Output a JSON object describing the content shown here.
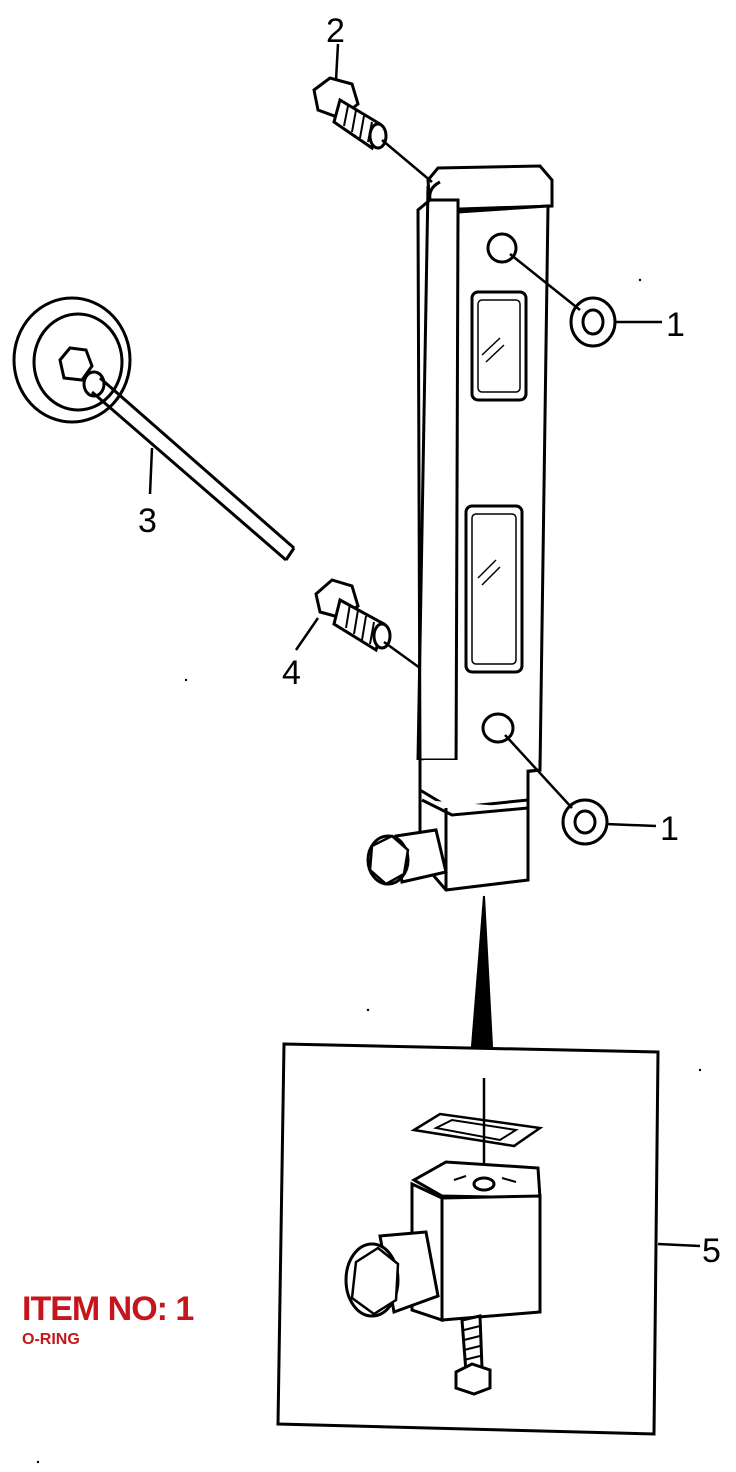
{
  "callouts": {
    "c1a": "1",
    "c1b": "1",
    "c2": "2",
    "c3": "3",
    "c4": "4",
    "c5": "5"
  },
  "item": {
    "title": "ITEM NO: 1",
    "description": "O-RING"
  },
  "colors": {
    "line": "#000000",
    "caption": "#c4161c",
    "background": "#ffffff"
  }
}
